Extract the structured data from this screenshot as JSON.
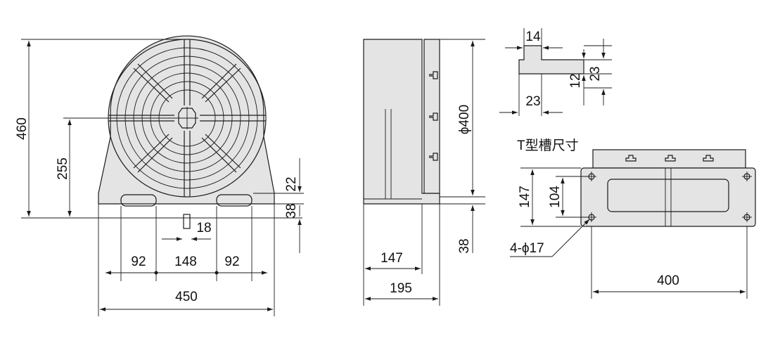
{
  "front_view": {
    "dim_total_height": "460",
    "dim_center_height": "255",
    "dim_22": "22",
    "dim_38": "38",
    "dim_18": "18",
    "dim_92_left": "92",
    "dim_148": "148",
    "dim_92_right": "92",
    "dim_450": "450"
  },
  "side_view": {
    "dim_dia400": "ϕ400",
    "dim_38": "38",
    "dim_147": "147",
    "dim_195": "195"
  },
  "tslot_detail": {
    "title": "T型槽尺寸",
    "dim_14": "14",
    "dim_23_width": "23",
    "dim_12": "12",
    "dim_23_height": "23"
  },
  "base_view": {
    "dim_147": "147",
    "dim_104": "104",
    "dim_holes": "4-ϕ17",
    "dim_400": "400"
  },
  "colors": {
    "line": "#1a1a1a",
    "fill": "#e4e4e4",
    "background": "#ffffff"
  }
}
